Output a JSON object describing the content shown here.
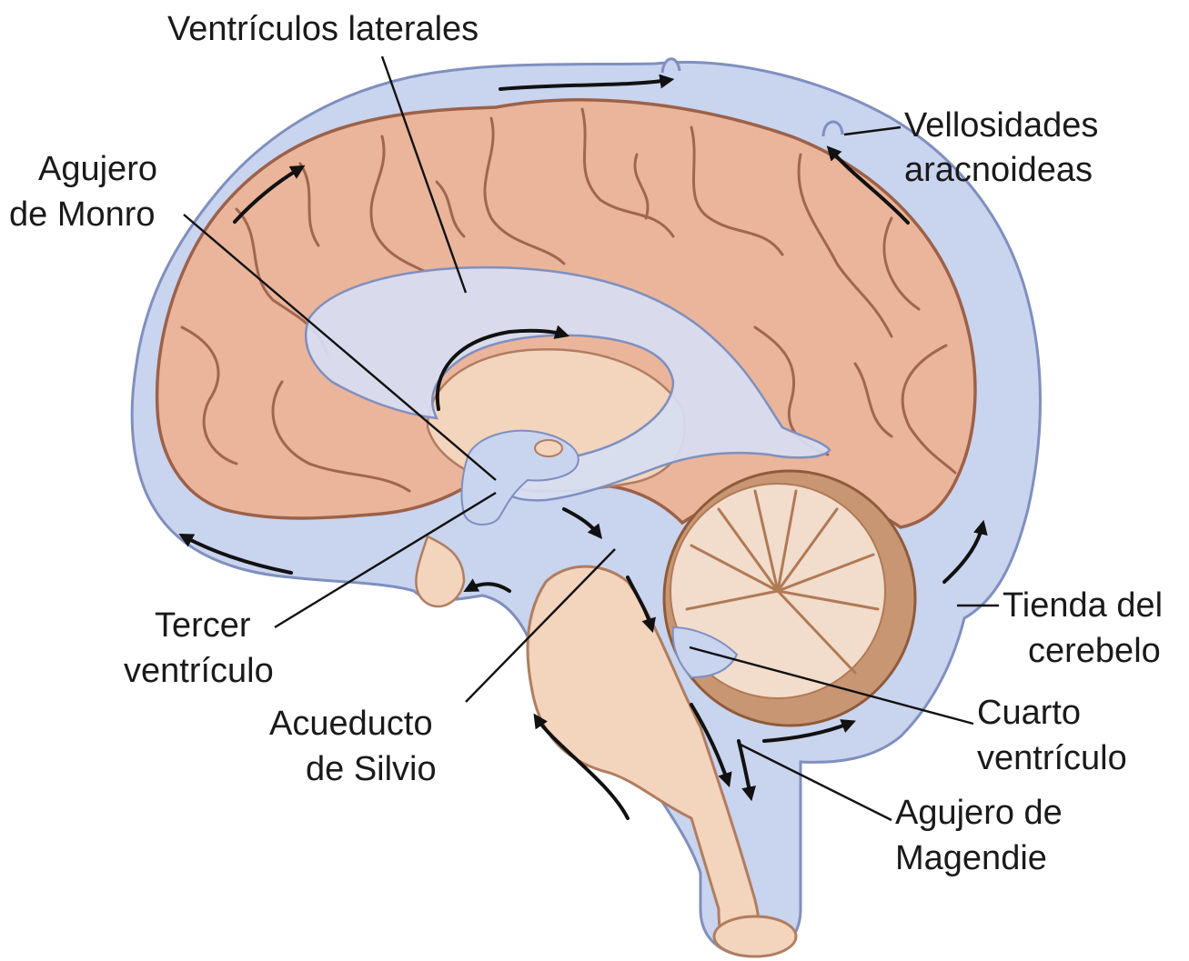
{
  "figure": {
    "labels": {
      "lateral_ventricles": "Ventrículos laterales",
      "arachnoid_villi": [
        "Vellosidades",
        "aracnoideas"
      ],
      "foramen_monro": [
        "Agujero",
        "de Monro"
      ],
      "third_ventricle": [
        "Tercer",
        "ventrículo"
      ],
      "aqueduct": [
        "Acueducto",
        "de Silvio"
      ],
      "tentorium": [
        "Tienda del",
        "cerebelo"
      ],
      "fourth_ventricle": [
        "Cuarto",
        "ventrículo"
      ],
      "foramen_magendie": [
        "Agujero de",
        "Magendie"
      ]
    },
    "colors": {
      "csf": "#c9d4ee",
      "csf_outline": "#7f8fbf",
      "cerebrum": "#eab59a",
      "cerebrum_outline": "#9c6148",
      "brainstem": "#f3d4bd",
      "cerebellum": "#f2dccc",
      "cerebellum_cortex": "#c99674",
      "ventricle": "#d7def3",
      "text": "#1a1a1a"
    }
  }
}
